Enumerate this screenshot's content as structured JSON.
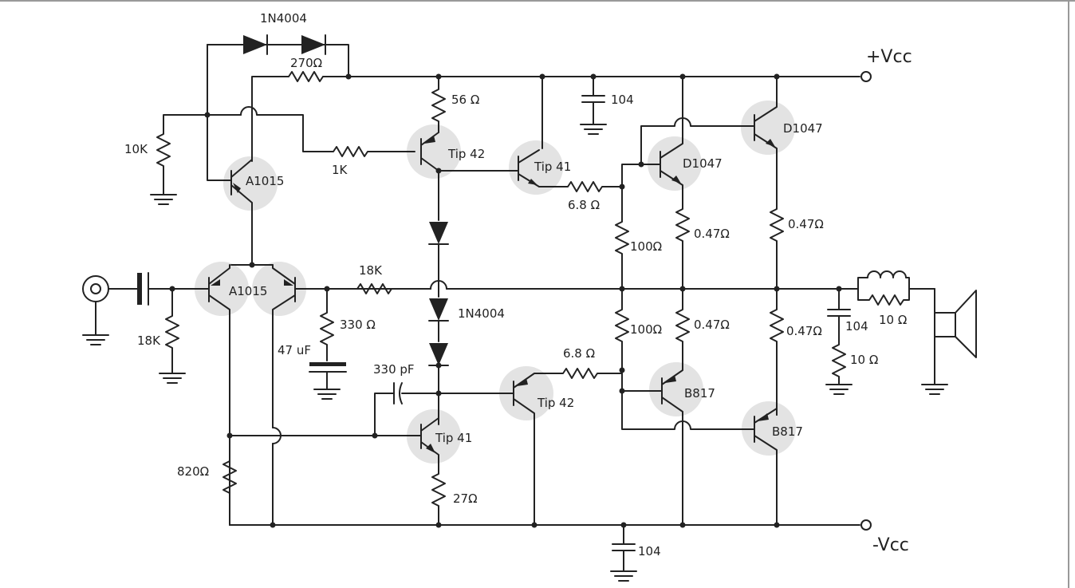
{
  "labels": {
    "vcc_pos": "+Vcc",
    "vcc_neg": "-Vcc",
    "d_top": "1N4004",
    "r_270": "270Ω",
    "r_56": "56 Ω",
    "c_104_top": "104",
    "d1047_a": "D1047",
    "d1047_b": "D1047",
    "r_10k": "10K",
    "r_1k": "1K",
    "tip42_top": "Tip 42",
    "tip41_top": "Tip 41",
    "a1015_top": "A1015",
    "r_68_top": "6.8 Ω",
    "r_100_top": "100Ω",
    "r_047_a": "0.47Ω",
    "r_047_b": "0.47Ω",
    "r_18k_fb": "18K",
    "a1015_pair": "A1015",
    "r_18k_in": "18K",
    "r_330": "330 Ω",
    "c_47uf": "47 uF",
    "d_mid": "1N4004",
    "r_100_bot": "100Ω",
    "r_047_c": "0.47Ω",
    "r_047_d": "0.47Ω",
    "c_104_out": "104",
    "r_10_l": "10 Ω",
    "r_10_zob": "10 Ω",
    "c_330pf": "330 pF",
    "r_68_bot": "6.8 Ω",
    "b817_a": "B817",
    "b817_b": "B817",
    "tip42_bot": "Tip 42",
    "tip41_bot": "Tip 41",
    "r_820": "820Ω",
    "r_27": "27Ω",
    "c_104_bot": "104"
  }
}
